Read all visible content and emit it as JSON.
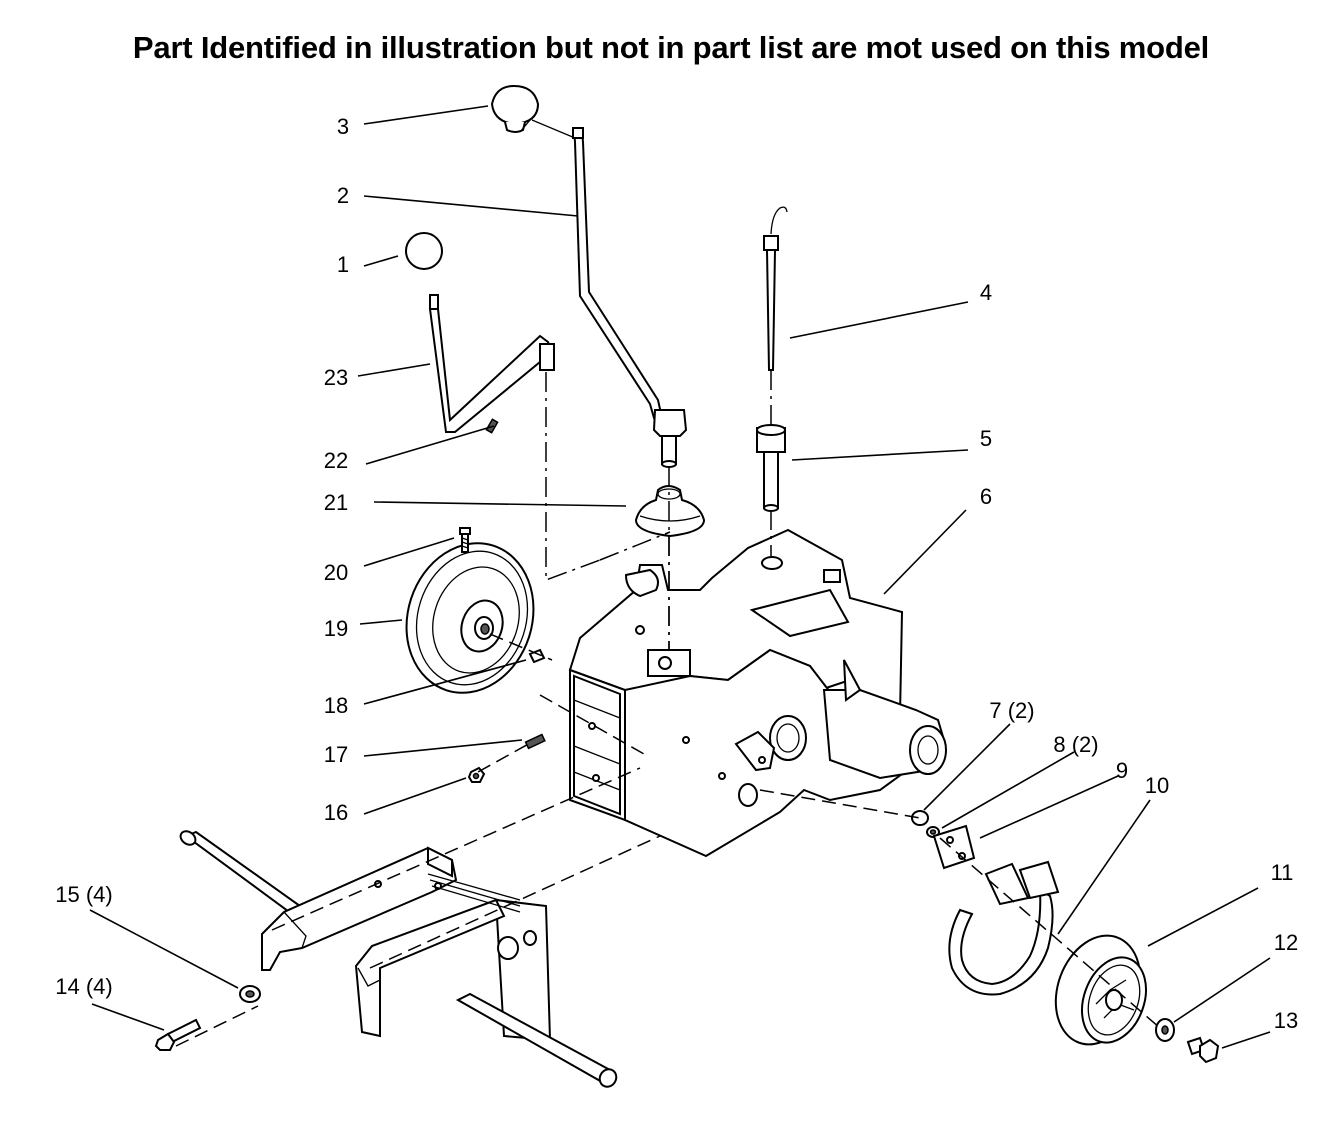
{
  "title": "Part Identified in illustration but not in part list are mot used on this model",
  "callouts": [
    {
      "id": "1",
      "text": "1"
    },
    {
      "id": "2",
      "text": "2"
    },
    {
      "id": "3",
      "text": "3"
    },
    {
      "id": "4",
      "text": "4"
    },
    {
      "id": "5",
      "text": "5"
    },
    {
      "id": "6",
      "text": "6"
    },
    {
      "id": "7",
      "text": "7 (2)"
    },
    {
      "id": "8",
      "text": "8 (2)"
    },
    {
      "id": "9",
      "text": "9"
    },
    {
      "id": "10",
      "text": "10"
    },
    {
      "id": "11",
      "text": "11"
    },
    {
      "id": "12",
      "text": "12"
    },
    {
      "id": "13",
      "text": "13"
    },
    {
      "id": "14",
      "text": "14 (4)"
    },
    {
      "id": "15",
      "text": "15 (4)"
    },
    {
      "id": "16",
      "text": "16"
    },
    {
      "id": "17",
      "text": "17"
    },
    {
      "id": "18",
      "text": "18"
    },
    {
      "id": "19",
      "text": "19"
    },
    {
      "id": "20",
      "text": "20"
    },
    {
      "id": "21",
      "text": "21"
    },
    {
      "id": "22",
      "text": "22"
    },
    {
      "id": "23",
      "text": "23"
    }
  ]
}
